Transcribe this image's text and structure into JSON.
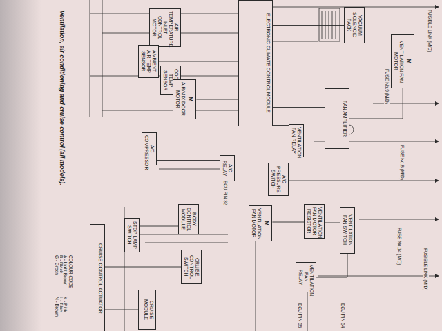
{
  "diagram": {
    "title": "Ventilation, air conditioning and cruise control (all models).",
    "nodes": [
      {
        "text": [
          "ELECTRONIC CLIMATE CONTROL MODULE"
        ]
      },
      {
        "text": [
          "VACUUM SOLENOID PACK"
        ]
      },
      {
        "text": [
          "M",
          "VENTILATION FAN MOTOR"
        ]
      },
      {
        "text": [
          "FAN AMPLIFIER"
        ]
      },
      {
        "text": [
          "VENTILATION FAN RELAY"
        ]
      },
      {
        "text": [
          "AIR TEMPERATURE INLET CONTROL MOTOR"
        ]
      },
      {
        "text": [
          "AMBIENT AIR TEMP SENSOR"
        ]
      },
      {
        "text": [
          "COOLANT TEMP SENSOR"
        ]
      },
      {
        "text": [
          "M",
          "AIR/MIX DOOR MOTOR"
        ]
      },
      {
        "text": [
          "A/C COMPRESSOR"
        ]
      },
      {
        "text": [
          "A/C RELAY"
        ]
      },
      {
        "text": [
          "A/C PRESSURE SWITCH"
        ]
      },
      {
        "text": [
          "CRUISE CONTROL ACTUATOR"
        ]
      },
      {
        "text": [
          "BODY CONTROL MODULE"
        ]
      },
      {
        "text": [
          "STOP LAMP SWITCH"
        ]
      },
      {
        "text": [
          "CRUISE CONTROL SWITCH"
        ]
      },
      {
        "text": [
          "CRUISE MODULE"
        ]
      },
      {
        "text": [
          "M",
          "VENTILATION FAN MOTOR"
        ]
      },
      {
        "text": [
          "VENTILATION FAN MOTOR RESISTOR"
        ]
      },
      {
        "text": [
          "VENTILATION FAN SWITCH"
        ]
      },
      {
        "text": [
          "VENTILATION FAN RELAY"
        ]
      }
    ],
    "edges": [
      {
        "from": 0,
        "to": 1,
        "arrow": "none"
      },
      {
        "from": 0,
        "to": 3,
        "arrow": "none"
      },
      {
        "from": 3,
        "to": 2,
        "arrow": "none"
      },
      {
        "from": 4,
        "to": 0,
        "arrow": "none"
      },
      {
        "from": 10,
        "to": 9,
        "arrow": "none"
      },
      {
        "from": 11,
        "to": 10,
        "arrow": "none"
      },
      {
        "from": 6,
        "to": 0,
        "arrow": "none"
      },
      {
        "from": 8,
        "to": 0,
        "arrow": "none"
      },
      {
        "from": 12,
        "to": 15,
        "arrow": "none"
      },
      {
        "from": 12,
        "to": 16,
        "arrow": "none"
      },
      {
        "from": 14,
        "to": 13,
        "arrow": "none"
      },
      {
        "from": 17,
        "to": 18,
        "arrow": "none"
      },
      {
        "from": 18,
        "to": 19,
        "arrow": "none"
      },
      {
        "from": 20,
        "to": 19,
        "arrow": "none"
      }
    ],
    "labels": [
      "FUSIBLE LINK (M/D)",
      "FUSE No.9 (M/D)",
      "FUSE No.8 (M/D)",
      "ECU PIN 32",
      "FUSE No.14 (M/D)",
      "FUSIBLE LINK (M/D)",
      "ECU PIN 35",
      "ECU PIN 34",
      "COLOUR CODE",
      "A - Light Brown",
      "B - Black",
      "G - Green",
      "K - Pink",
      "L - Blue",
      "N - Brown"
    ]
  }
}
